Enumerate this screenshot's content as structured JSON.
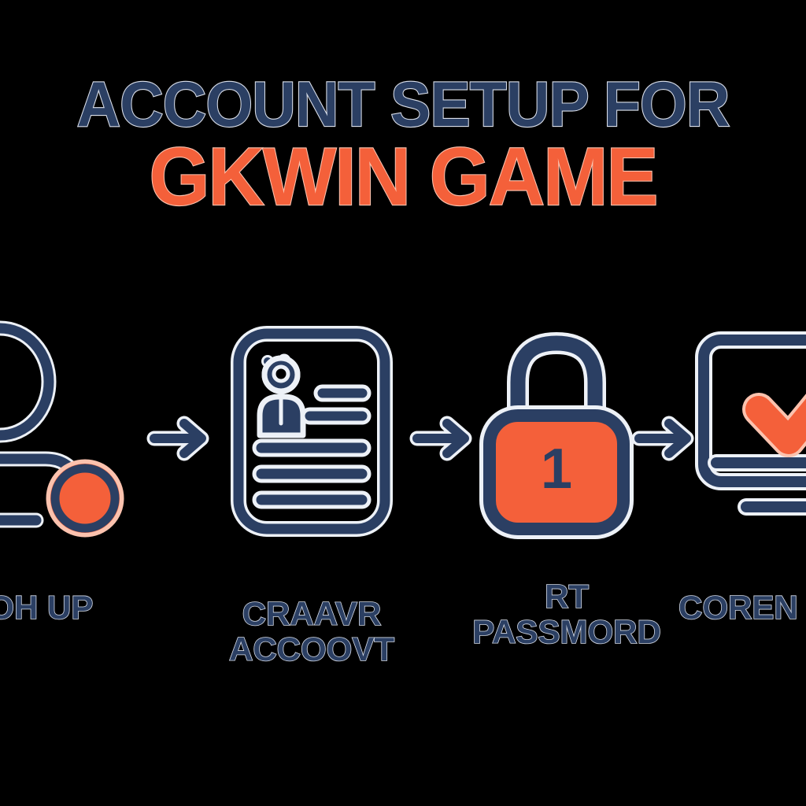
{
  "page": {
    "background_color": "#000000",
    "navy": "#2B3F63",
    "orange": "#F4603A",
    "outline_light": "#DADFEA"
  },
  "title": {
    "line1": "ACCOUNT SETUP FOR",
    "line2": "GKWIN GAME"
  },
  "steps": [
    {
      "icon": "user-profile-icon",
      "badge_value": "",
      "caption_line1": "ГOH UP",
      "caption_line2": ""
    },
    {
      "icon": "id-card-document-icon",
      "badge_value": "",
      "caption_line1": "CRAAVR",
      "caption_line2": "ACCOOVT"
    },
    {
      "icon": "padlock-icon",
      "badge_value": "1",
      "caption_line1": "RT",
      "caption_line2": "PASSMORD"
    },
    {
      "icon": "laptop-checkmark-icon",
      "badge_value": "",
      "caption_line1": "COREN",
      "caption_line2": ""
    }
  ],
  "arrows": [
    {
      "name": "arrow-right-icon-1"
    },
    {
      "name": "arrow-right-icon-2"
    },
    {
      "name": "arrow-right-icon-3"
    }
  ]
}
